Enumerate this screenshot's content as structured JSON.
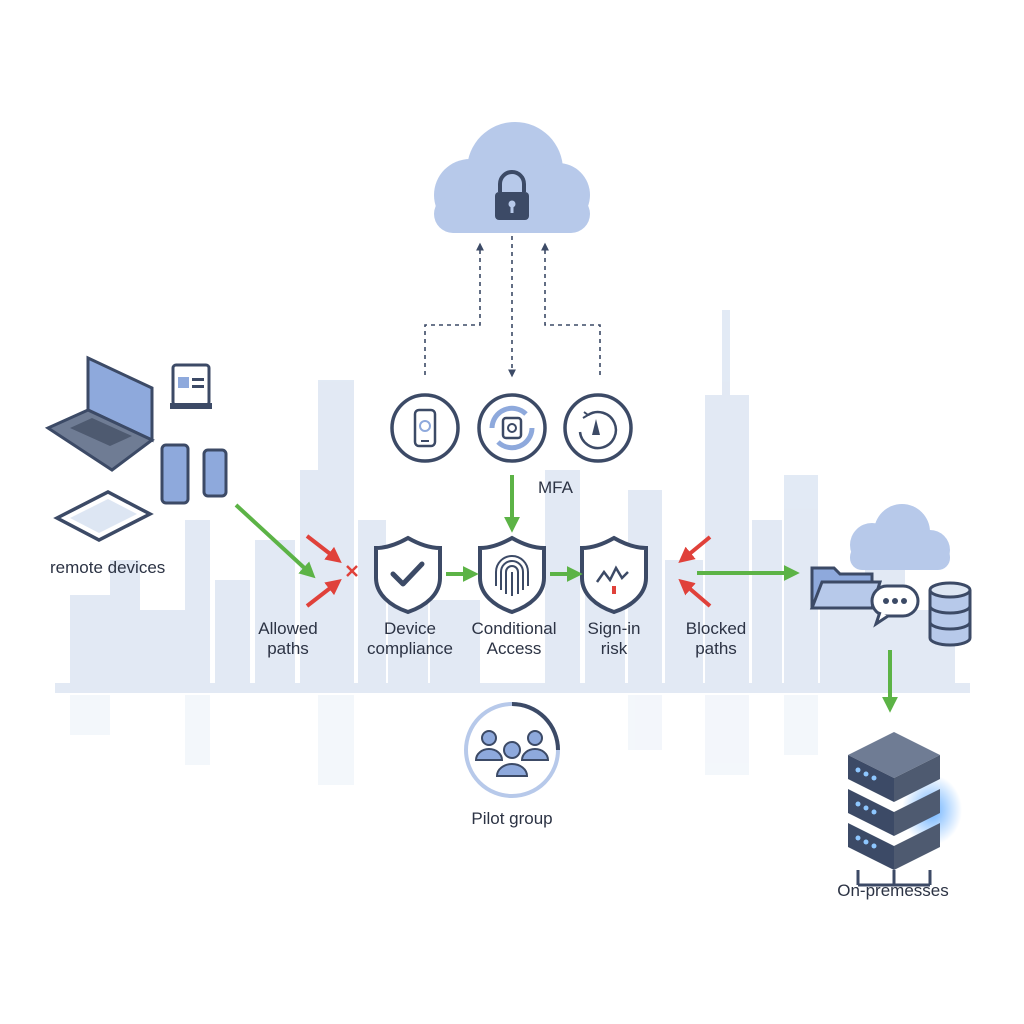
{
  "colors": {
    "navy": "#3c4a66",
    "cloud": "#b7c9ea",
    "device": "#8ea9dc",
    "skyline": "#dde6f3",
    "allowed": "#5cb346",
    "blocked": "#e0413a",
    "label": "#2c3344"
  },
  "icons": {
    "cloud_lock": "lock-icon",
    "phone_check": "phone-icon",
    "sync_check": "sync-icon",
    "risk_timer": "timer-icon",
    "compliance": "shield-check-icon",
    "conditional": "shield-fingerprint-icon",
    "signin_risk": "shield-alert-icon",
    "pilot": "users-icon",
    "server": "server-icon"
  },
  "labels": {
    "remote_devices": "remote devices",
    "allowed_paths_1": "Allowed",
    "allowed_paths_2": "paths",
    "device_compliance_1": "Device",
    "device_compliance_2": "compliance",
    "conditional_access_1": "Conditional",
    "conditional_access_2": "Access",
    "signin_risk_1": "Sign-in",
    "signin_risk_2": "risk",
    "blocked_paths_1": "Blocked",
    "blocked_paths_2": "paths",
    "mfa": "MFA",
    "pilot_group": "Pilot group",
    "on_premises": "On-premesses"
  }
}
